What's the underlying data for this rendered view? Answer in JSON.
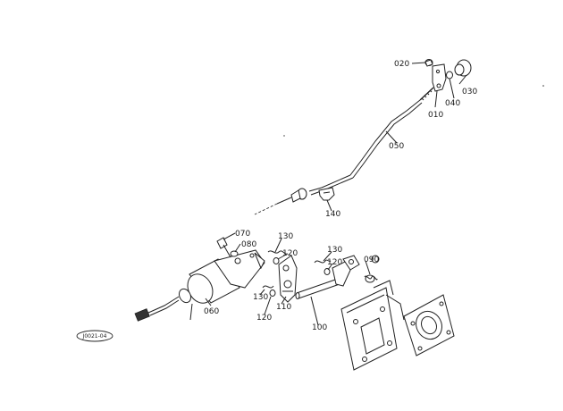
{
  "diagram": {
    "drawing_code": "J0021-04",
    "part_labels": {
      "p010": "010",
      "p020": "020",
      "p030": "030",
      "p040": "040",
      "p050": "050",
      "p060": "060",
      "p070": "070",
      "p080": "080",
      "p090": "090",
      "p100": "100",
      "p110": "110",
      "p120a": "120",
      "p120b": "120",
      "p120c": "120",
      "p130a": "130",
      "p130b": "130",
      "p130c": "130",
      "p140": "140"
    }
  }
}
